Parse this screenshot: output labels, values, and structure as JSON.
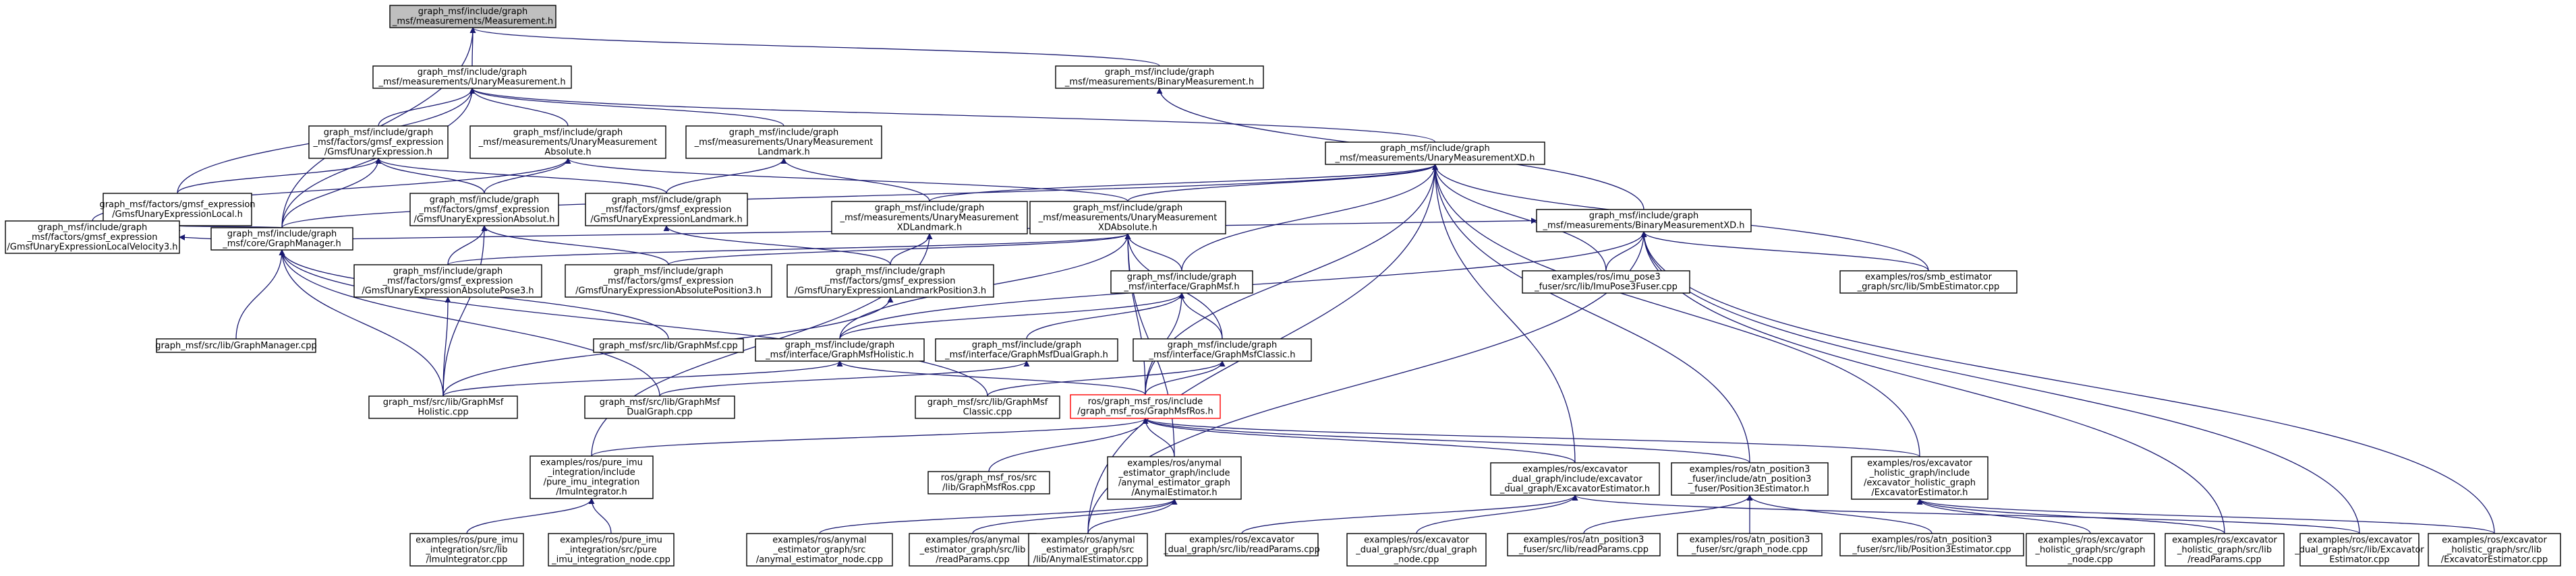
{
  "colors": {
    "edge": "#191970",
    "node_border": "#000000",
    "root_fill": "#bfbfbf",
    "highlight_border": "#ff0000"
  },
  "nodes": [
    {
      "id": "root",
      "lines": [
        "graph_msf/include/graph",
        "_msf/measurements/Measurement.h"
      ],
      "style": "root"
    },
    {
      "id": "unary",
      "lines": [
        "graph_msf/include/graph",
        "_msf/measurements/UnaryMeasurement.h"
      ]
    },
    {
      "id": "binary",
      "lines": [
        "graph_msf/include/graph",
        "_msf/measurements/BinaryMeasurement.h"
      ]
    },
    {
      "id": "gmsfUE",
      "lines": [
        "graph_msf/include/graph",
        "_msf/factors/gmsf_expression",
        "/GmsfUnaryExpression.h"
      ]
    },
    {
      "id": "umAbs",
      "lines": [
        "graph_msf/include/graph",
        "_msf/measurements/UnaryMeasurement",
        "Absolute.h"
      ]
    },
    {
      "id": "umLm",
      "lines": [
        "graph_msf/include/graph",
        "_msf/measurements/UnaryMeasurement",
        "Landmark.h"
      ]
    },
    {
      "id": "umXD",
      "lines": [
        "graph_msf/include/graph",
        "_msf/measurements/UnaryMeasurementXD.h"
      ]
    },
    {
      "id": "ueLocal",
      "lines": [
        "graph_msf/factors/gmsf_expression",
        "/GmsfUnaryExpressionLocal.h"
      ]
    },
    {
      "id": "ueAbs",
      "lines": [
        "graph_msf/include/graph",
        "_msf/factors/gmsf_expression",
        "/GmsfUnaryExpressionAbsolut.h"
      ]
    },
    {
      "id": "ueLm",
      "lines": [
        "graph_msf/include/graph",
        "_msf/factors/gmsf_expression",
        "/GmsfUnaryExpressionLandmark.h"
      ]
    },
    {
      "id": "umXDLm",
      "lines": [
        "graph_msf/include/graph",
        "_msf/measurements/UnaryMeasurement",
        "XDLandmark.h"
      ]
    },
    {
      "id": "umXDAbs",
      "lines": [
        "graph_msf/include/graph",
        "_msf/measurements/UnaryMeasurement",
        "XDAbsolute.h"
      ]
    },
    {
      "id": "bmXD",
      "lines": [
        "graph_msf/include/graph",
        "_msf/measurements/BinaryMeasurementXD.h"
      ]
    },
    {
      "id": "ueLocVel",
      "lines": [
        "graph_msf/include/graph",
        "_msf/factors/gmsf_expression",
        "/GmsfUnaryExpressionLocalVelocity3.h"
      ]
    },
    {
      "id": "gManager",
      "lines": [
        "graph_msf/include/graph",
        "_msf/core/GraphManager.h"
      ]
    },
    {
      "id": "ueAbsPose3",
      "lines": [
        "graph_msf/include/graph",
        "_msf/factors/gmsf_expression",
        "/GmsfUnaryExpressionAbsolutePose3.h"
      ]
    },
    {
      "id": "ueAbsPos3",
      "lines": [
        "graph_msf/include/graph",
        "_msf/factors/gmsf_expression",
        "/GmsfUnaryExpressionAbsolutePosition3.h"
      ]
    },
    {
      "id": "ueLmPos3",
      "lines": [
        "graph_msf/include/graph",
        "_msf/factors/gmsf_expression",
        "/GmsfUnaryExpressionLandmarkPosition3.h"
      ]
    },
    {
      "id": "gMsfH",
      "lines": [
        "graph_msf/include/graph",
        "_msf/interface/GraphMsf.h"
      ]
    },
    {
      "id": "imuPose3",
      "lines": [
        "examples/ros/imu_pose3",
        "_fuser/src/lib/ImuPose3Fuser.cpp"
      ]
    },
    {
      "id": "smb",
      "lines": [
        "examples/ros/smb_estimator",
        "_graph/src/lib/SmbEstimator.cpp"
      ]
    },
    {
      "id": "gmCpp",
      "lines": [
        "graph_msf/src/lib/GraphManager.cpp"
      ]
    },
    {
      "id": "gMsfCpp",
      "lines": [
        "graph_msf/src/lib/GraphMsf.cpp"
      ]
    },
    {
      "id": "holH",
      "lines": [
        "graph_msf/include/graph",
        "_msf/interface/GraphMsfHolistic.h"
      ]
    },
    {
      "id": "dualH",
      "lines": [
        "graph_msf/include/graph",
        "_msf/interface/GraphMsfDualGraph.h"
      ]
    },
    {
      "id": "classicH",
      "lines": [
        "graph_msf/include/graph",
        "_msf/interface/GraphMsfClassic.h"
      ]
    },
    {
      "id": "holCpp",
      "lines": [
        "graph_msf/src/lib/GraphMsf",
        "Holistic.cpp"
      ]
    },
    {
      "id": "dualCpp",
      "lines": [
        "graph_msf/src/lib/GraphMsf",
        "DualGraph.cpp"
      ]
    },
    {
      "id": "classicCpp",
      "lines": [
        "graph_msf/src/lib/GraphMsf",
        "Classic.cpp"
      ]
    },
    {
      "id": "rosH",
      "lines": [
        "ros/graph_msf_ros/include",
        "/graph_msf_ros/GraphMsfRos.h"
      ],
      "style": "red"
    },
    {
      "id": "imuIntH",
      "lines": [
        "examples/ros/pure_imu",
        "_integration/include",
        "/pure_imu_integration",
        "/ImuIntegrator.h"
      ]
    },
    {
      "id": "rosCpp",
      "lines": [
        "ros/graph_msf_ros/src",
        "/lib/GraphMsfRos.cpp"
      ]
    },
    {
      "id": "anymalH",
      "lines": [
        "examples/ros/anymal",
        "_estimator_graph/include",
        "/anymal_estimator_graph",
        "/AnymalEstimator.h"
      ]
    },
    {
      "id": "excDualH",
      "lines": [
        "examples/ros/excavator",
        "_dual_graph/include/excavator",
        "_dual_graph/ExcavatorEstimator.h"
      ]
    },
    {
      "id": "atnH",
      "lines": [
        "examples/ros/atn_position3",
        "_fuser/include/atn_position3",
        "_fuser/Position3Estimator.h"
      ]
    },
    {
      "id": "excHolH",
      "lines": [
        "examples/ros/excavator",
        "_holistic_graph/include",
        "/excavator_holistic_graph",
        "/ExcavatorEstimator.h"
      ]
    },
    {
      "id": "imuIntCpp",
      "lines": [
        "examples/ros/pure_imu",
        "_integration/src/lib",
        "/ImuIntegrator.cpp"
      ]
    },
    {
      "id": "imuIntNode",
      "lines": [
        "examples/ros/pure_imu",
        "_integration/src/pure",
        "_imu_integration_node.cpp"
      ]
    },
    {
      "id": "anymalNode",
      "lines": [
        "examples/ros/anymal",
        "_estimator_graph/src",
        "/anymal_estimator_node.cpp"
      ]
    },
    {
      "id": "anymalRP",
      "lines": [
        "examples/ros/anymal",
        "_estimator_graph/src/lib",
        "/readParams.cpp"
      ]
    },
    {
      "id": "anymalCpp",
      "lines": [
        "examples/ros/anymal",
        "_estimator_graph/src",
        "/lib/AnymalEstimator.cpp"
      ]
    },
    {
      "id": "excDualRP",
      "lines": [
        "examples/ros/excavator",
        "_dual_graph/src/lib/readParams.cpp"
      ]
    },
    {
      "id": "excDualNode",
      "lines": [
        "examples/ros/excavator",
        "_dual_graph/src/dual_graph",
        "_node.cpp"
      ]
    },
    {
      "id": "atnRP",
      "lines": [
        "examples/ros/atn_position3",
        "_fuser/src/lib/readParams.cpp"
      ]
    },
    {
      "id": "atnNode",
      "lines": [
        "examples/ros/atn_position3",
        "_fuser/src/graph_node.cpp"
      ]
    },
    {
      "id": "atnCpp",
      "lines": [
        "examples/ros/atn_position3",
        "_fuser/src/lib/Position3Estimator.cpp"
      ]
    },
    {
      "id": "excHolNode",
      "lines": [
        "examples/ros/excavator",
        "_holistic_graph/src/graph",
        "_node.cpp"
      ]
    },
    {
      "id": "excHolRP",
      "lines": [
        "examples/ros/excavator",
        "_holistic_graph/src/lib",
        "/readParams.cpp"
      ]
    },
    {
      "id": "excDualCpp",
      "lines": [
        "examples/ros/excavator",
        "_dual_graph/src/lib/Excavator",
        "Estimator.cpp"
      ]
    },
    {
      "id": "excHolCpp",
      "lines": [
        "examples/ros/excavator",
        "_holistic_graph/src/lib",
        "/ExcavatorEstimator.cpp"
      ]
    }
  ],
  "edges": [
    [
      "unary",
      "root"
    ],
    [
      "binary",
      "root"
    ],
    [
      "gManager",
      "root"
    ],
    [
      "gmsfUE",
      "unary"
    ],
    [
      "umAbs",
      "unary"
    ],
    [
      "umLm",
      "unary"
    ],
    [
      "umXD",
      "unary"
    ],
    [
      "ueLocal",
      "unary"
    ],
    [
      "gManager",
      "unary"
    ],
    [
      "bmXD",
      "binary"
    ],
    [
      "ueLocal",
      "gmsfUE"
    ],
    [
      "ueAbs",
      "gmsfUE"
    ],
    [
      "ueLm",
      "gmsfUE"
    ],
    [
      "gManager",
      "gmsfUE"
    ],
    [
      "ueAbs",
      "umAbs"
    ],
    [
      "umXDAbs",
      "umAbs"
    ],
    [
      "ueLocVel",
      "umAbs"
    ],
    [
      "ueLm",
      "umLm"
    ],
    [
      "umXDLm",
      "umLm"
    ],
    [
      "umXDLm",
      "umXD"
    ],
    [
      "umXDAbs",
      "umXD"
    ],
    [
      "gManager",
      "umXD"
    ],
    [
      "gMsfH",
      "umXD"
    ],
    [
      "imuPose3",
      "umXD"
    ],
    [
      "smb",
      "umXD"
    ],
    [
      "rosH",
      "umXD"
    ],
    [
      "excDualH",
      "umXD"
    ],
    [
      "atnH",
      "umXD"
    ],
    [
      "excHolH",
      "umXD"
    ],
    [
      "anymalCpp",
      "umXD"
    ],
    [
      "gManager",
      "ueLocal"
    ],
    [
      "gManager",
      "bmXD"
    ],
    [
      "imuPose3",
      "bmXD"
    ],
    [
      "smb",
      "bmXD"
    ],
    [
      "excDualCpp",
      "bmXD"
    ],
    [
      "excHolCpp",
      "bmXD"
    ],
    [
      "excHolRP",
      "bmXD"
    ],
    [
      "anymalCpp",
      "bmXD"
    ],
    [
      "holH",
      "bmXD"
    ],
    [
      "ueAbsPose3",
      "ueAbs"
    ],
    [
      "ueAbsPos3",
      "ueAbs"
    ],
    [
      "holCpp",
      "ueAbs"
    ],
    [
      "ueLmPos3",
      "ueLm"
    ],
    [
      "ueLmPos3",
      "umXDLm"
    ],
    [
      "imuIntH",
      "umXDLm"
    ],
    [
      "ueAbsPose3",
      "umXDAbs"
    ],
    [
      "ueAbsPos3",
      "umXDAbs"
    ],
    [
      "gMsfH",
      "umXDAbs"
    ],
    [
      "holH",
      "umXDAbs"
    ],
    [
      "classicH",
      "umXDAbs"
    ],
    [
      "rosH",
      "umXDAbs"
    ],
    [
      "anymalH",
      "umXDAbs"
    ],
    [
      "gManager",
      "ueLocVel"
    ],
    [
      "gmCpp",
      "gManager"
    ],
    [
      "gMsfCpp",
      "gManager"
    ],
    [
      "holCpp",
      "gManager"
    ],
    [
      "dualCpp",
      "gManager"
    ],
    [
      "classicCpp",
      "gManager"
    ],
    [
      "holCpp",
      "ueAbsPose3"
    ],
    [
      "holCpp",
      "ueLmPos3"
    ],
    [
      "holH",
      "gMsfH"
    ],
    [
      "dualH",
      "gMsfH"
    ],
    [
      "classicH",
      "gMsfH"
    ],
    [
      "rosH",
      "gMsfH"
    ],
    [
      "holCpp",
      "holH"
    ],
    [
      "rosH",
      "holH"
    ],
    [
      "dualCpp",
      "dualH"
    ],
    [
      "classicCpp",
      "classicH"
    ],
    [
      "rosH",
      "classicH"
    ],
    [
      "imuIntH",
      "rosH"
    ],
    [
      "rosCpp",
      "rosH"
    ],
    [
      "anymalH",
      "rosH"
    ],
    [
      "excDualH",
      "rosH"
    ],
    [
      "atnH",
      "rosH"
    ],
    [
      "excHolH",
      "rosH"
    ],
    [
      "imuIntCpp",
      "imuIntH"
    ],
    [
      "imuIntNode",
      "imuIntH"
    ],
    [
      "anymalNode",
      "anymalH"
    ],
    [
      "anymalRP",
      "anymalH"
    ],
    [
      "anymalCpp",
      "anymalH"
    ],
    [
      "excDualRP",
      "excDualH"
    ],
    [
      "excDualNode",
      "excDualH"
    ],
    [
      "excDualCpp",
      "excDualH"
    ],
    [
      "atnRP",
      "atnH"
    ],
    [
      "atnNode",
      "atnH"
    ],
    [
      "atnCpp",
      "atnH"
    ],
    [
      "excHolNode",
      "excHolH"
    ],
    [
      "excHolRP",
      "excHolH"
    ],
    [
      "excHolCpp",
      "excHolH"
    ]
  ]
}
